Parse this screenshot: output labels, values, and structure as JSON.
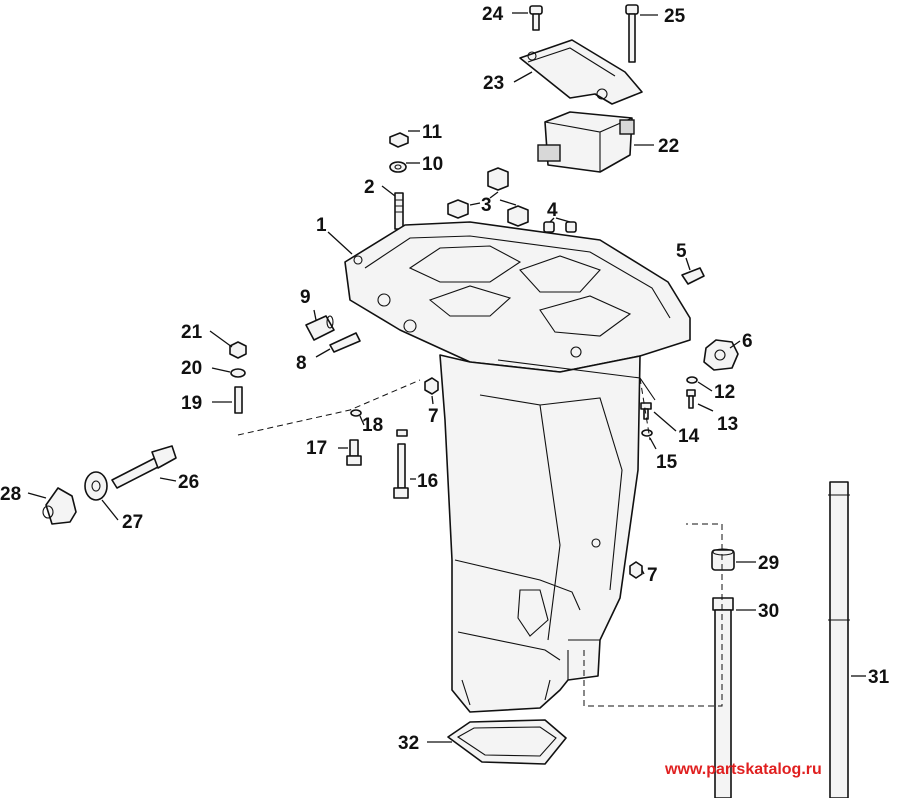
{
  "diagram": {
    "watermark": "www.partskatalog.ru",
    "callouts": {
      "c1": "1",
      "c2": "2",
      "c3": "3",
      "c4": "4",
      "c5": "5",
      "c6": "6",
      "c7a": "7",
      "c7b": "7",
      "c8": "8",
      "c9": "9",
      "c10": "10",
      "c11": "11",
      "c12": "12",
      "c13": "13",
      "c14": "14",
      "c15": "15",
      "c16": "16",
      "c17": "17",
      "c18": "18",
      "c19": "19",
      "c20": "20",
      "c21": "21",
      "c22": "22",
      "c23": "23",
      "c24": "24",
      "c25": "25",
      "c26": "26",
      "c27": "27",
      "c28": "28",
      "c29": "29",
      "c30": "30",
      "c31": "31",
      "c32": "32"
    }
  }
}
